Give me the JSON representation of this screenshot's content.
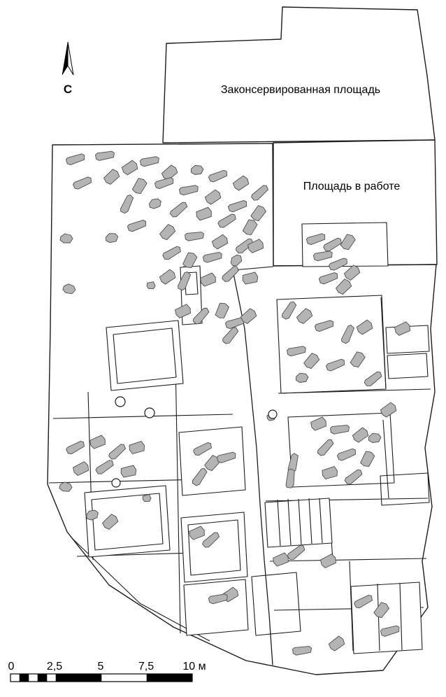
{
  "plan": {
    "north_label": "С",
    "conserved_area_label": "Законсервированная площадь",
    "work_area_label": "Площадь в работе"
  },
  "scale_bar": {
    "ticks": [
      "0",
      "2,5",
      "5",
      "7,5",
      "10 м"
    ]
  },
  "colors": {
    "stone_fill": "#b4b4b4",
    "line": "#1c1c1c"
  }
}
